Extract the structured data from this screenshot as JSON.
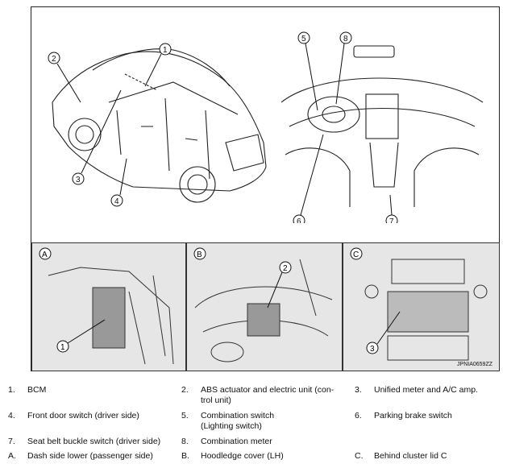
{
  "figure": {
    "code": "JPNIA0659ZZ",
    "callouts": [
      "1",
      "2",
      "3",
      "4",
      "5",
      "6",
      "7",
      "8"
    ],
    "panel_labels": [
      "A",
      "B",
      "C"
    ]
  },
  "legend": [
    {
      "n": "1.",
      "t": "BCM"
    },
    {
      "n": "2.",
      "t": "ABS actuator and electric unit (con-",
      "t2": "trol unit)"
    },
    {
      "n": "3.",
      "t": "Unified meter and A/C amp."
    },
    {
      "n": "4.",
      "t": "Front door switch (driver side)"
    },
    {
      "n": "5.",
      "t": "Combination switch",
      "t2": "(Lighting switch)"
    },
    {
      "n": "6.",
      "t": "Parking brake switch"
    },
    {
      "n": "7.",
      "t": "Seat belt buckle switch (driver side)"
    },
    {
      "n": "8.",
      "t": "Combination meter"
    },
    {
      "n": "A.",
      "t": "Dash side lower (passenger side)"
    },
    {
      "n": "B.",
      "t": "Hoodledge cover (LH)"
    },
    {
      "n": "C.",
      "t": "Behind cluster lid C"
    }
  ]
}
